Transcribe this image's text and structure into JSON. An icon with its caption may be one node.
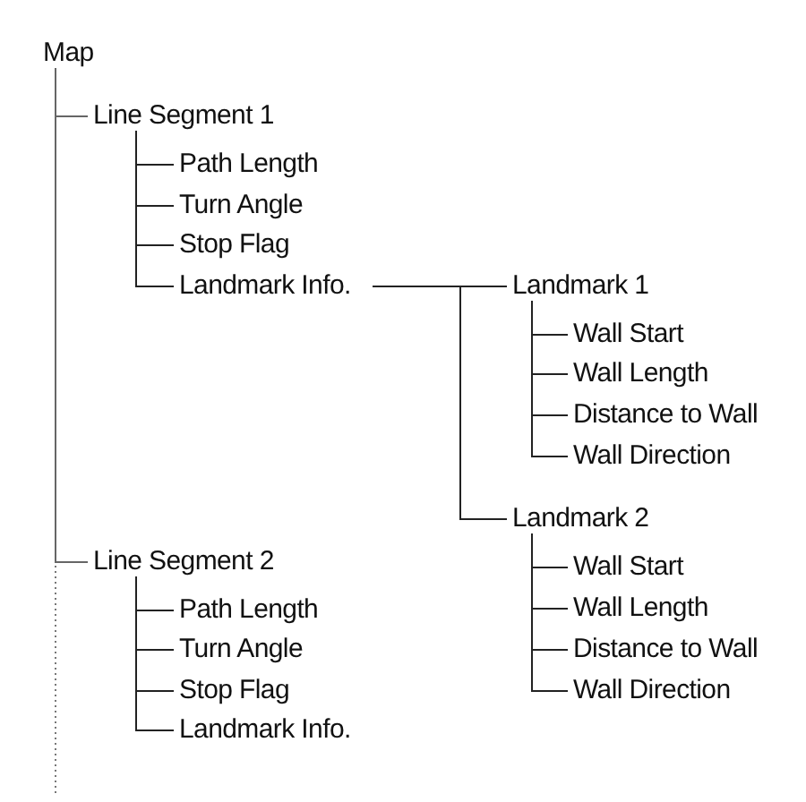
{
  "diagram": {
    "nodes": [
      {
        "text": [
          "Map"
        ]
      },
      {
        "text": [
          "Line Segment 1"
        ]
      },
      {
        "text": [
          "Path Length"
        ]
      },
      {
        "text": [
          "Turn Angle"
        ]
      },
      {
        "text": [
          "Stop Flag"
        ]
      },
      {
        "text": [
          "Landmark Info."
        ]
      },
      {
        "text": [
          "Landmark 1"
        ]
      },
      {
        "text": [
          "Wall Start"
        ]
      },
      {
        "text": [
          "Wall Length"
        ]
      },
      {
        "text": [
          "Distance to Wall"
        ]
      },
      {
        "text": [
          "Wall Direction"
        ]
      },
      {
        "text": [
          "Landmark 2"
        ]
      },
      {
        "text": [
          "Wall Start"
        ]
      },
      {
        "text": [
          "Wall Length"
        ]
      },
      {
        "text": [
          "Distance to Wall"
        ]
      },
      {
        "text": [
          "Wall Direction"
        ]
      },
      {
        "text": [
          "Line Segment 2"
        ]
      },
      {
        "text": [
          "Path Length"
        ]
      },
      {
        "text": [
          "Turn Angle"
        ]
      },
      {
        "text": [
          "Stop Flag"
        ]
      },
      {
        "text": [
          "Landmark Info."
        ]
      }
    ],
    "edges": [
      {
        "from": 0,
        "to": 1,
        "arrow": "none"
      },
      {
        "from": 1,
        "to": 2,
        "arrow": "none"
      },
      {
        "from": 1,
        "to": 3,
        "arrow": "none"
      },
      {
        "from": 1,
        "to": 4,
        "arrow": "none"
      },
      {
        "from": 1,
        "to": 5,
        "arrow": "none"
      },
      {
        "from": 5,
        "to": 6,
        "arrow": "none"
      },
      {
        "from": 6,
        "to": 7,
        "arrow": "none"
      },
      {
        "from": 6,
        "to": 8,
        "arrow": "none"
      },
      {
        "from": 6,
        "to": 9,
        "arrow": "none"
      },
      {
        "from": 6,
        "to": 10,
        "arrow": "none"
      },
      {
        "from": 5,
        "to": 11,
        "arrow": "none"
      },
      {
        "from": 11,
        "to": 12,
        "arrow": "none"
      },
      {
        "from": 11,
        "to": 13,
        "arrow": "none"
      },
      {
        "from": 11,
        "to": 14,
        "arrow": "none"
      },
      {
        "from": 11,
        "to": 15,
        "arrow": "none"
      },
      {
        "from": 0,
        "to": 16,
        "arrow": "none"
      },
      {
        "from": 16,
        "to": 17,
        "arrow": "none"
      },
      {
        "from": 16,
        "to": 18,
        "arrow": "none"
      },
      {
        "from": 16,
        "to": 19,
        "arrow": "none"
      },
      {
        "from": 16,
        "to": 20,
        "arrow": "none"
      }
    ]
  }
}
